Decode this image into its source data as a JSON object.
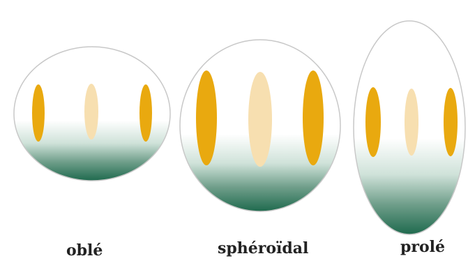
{
  "labels": {
    "oblate": "oblé",
    "spheroidal": "sphéroïdal",
    "prolate": "prolé"
  },
  "colors": {
    "outline": "#c8c8c8",
    "body_top": "#ffffff",
    "body_bottom": "#1f6a4e",
    "lobe_strong": "#e9a90f",
    "lobe_pale": "#f7dfb0"
  }
}
